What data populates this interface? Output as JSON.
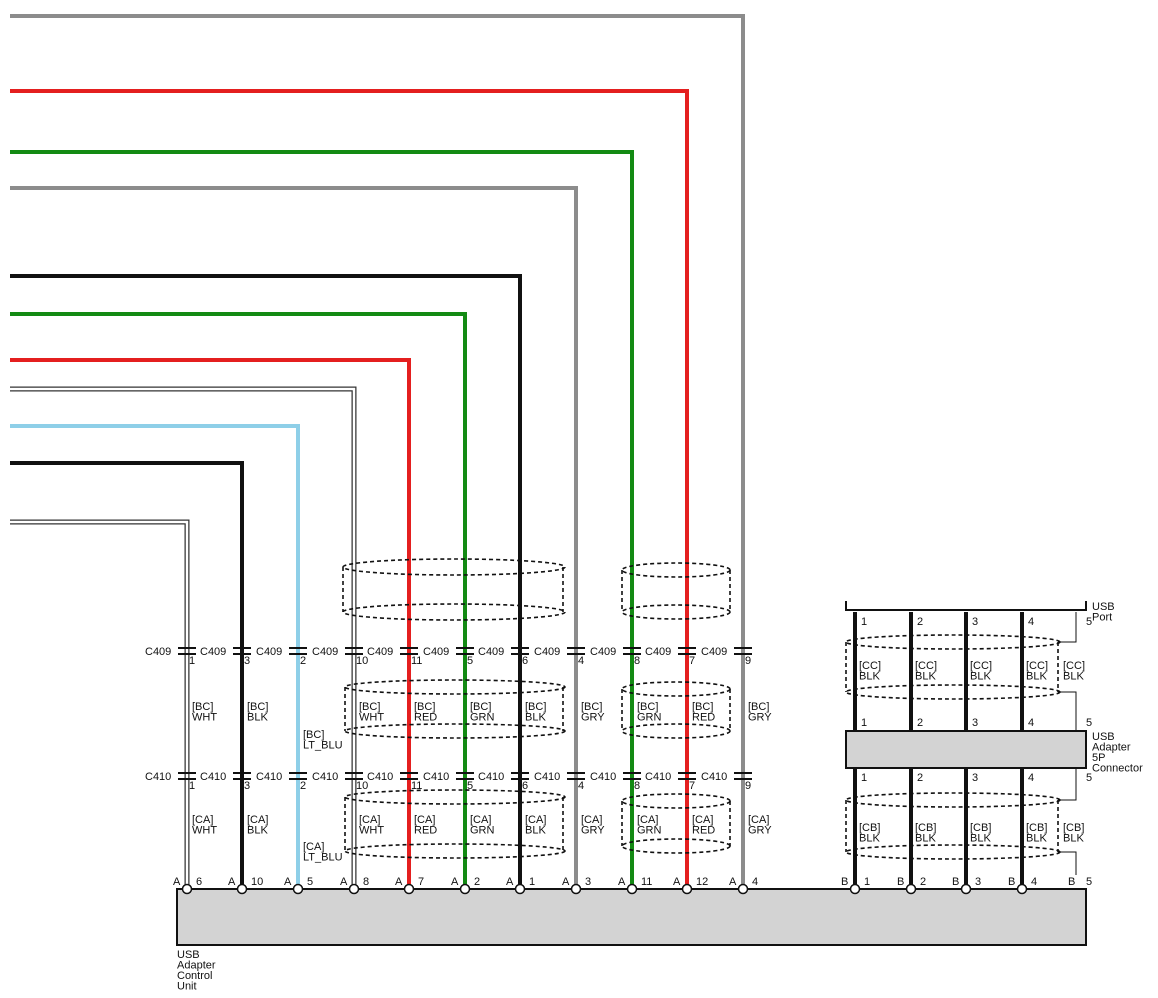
{
  "components": {
    "control_unit": {
      "label": [
        "USB",
        "Adapter",
        "Control",
        "Unit"
      ]
    },
    "adapter_connector": {
      "label": [
        "USB",
        "Adapter",
        "5P",
        "Connector"
      ]
    },
    "usb_port": {
      "label": [
        "USB",
        "Port"
      ]
    }
  },
  "colors": {
    "WHT": "#ffffff",
    "BLK": "#111111",
    "LT_BLU": "#8ecfe8",
    "RED": "#e41f1f",
    "GRN": "#138a13",
    "GRY": "#8c8c8c",
    "outline": "#111111"
  },
  "circuits": [
    {
      "id": "wht",
      "color": "WHT",
      "upper_conn": "C409",
      "upper_pin": "1",
      "lower_conn": "C410",
      "lower_pin": "1",
      "upper_wire": "[BC] WHT",
      "lower_wire": "[CA] WHT",
      "unit_side": "A",
      "unit_pin": "6"
    },
    {
      "id": "blk1",
      "color": "BLK",
      "upper_conn": "C409",
      "upper_pin": "3",
      "lower_conn": "C410",
      "lower_pin": "3",
      "upper_wire": "[BC] BLK",
      "lower_wire": "[CA] BLK",
      "unit_side": "A",
      "unit_pin": "10"
    },
    {
      "id": "ltblu",
      "color": "LT_BLU",
      "upper_conn": "C409",
      "upper_pin": "2",
      "lower_conn": "C410",
      "lower_pin": "2",
      "upper_wire": "[BC] LT_BLU",
      "lower_wire": "[CA] LT_BLU",
      "unit_side": "A",
      "unit_pin": "5"
    },
    {
      "id": "wht2",
      "color": "WHT",
      "upper_conn": "C409",
      "upper_pin": "10",
      "lower_conn": "C410",
      "lower_pin": "10",
      "upper_wire": "[BC] WHT",
      "lower_wire": "[CA] WHT",
      "unit_side": "A",
      "unit_pin": "8"
    },
    {
      "id": "red1",
      "color": "RED",
      "upper_conn": "C409",
      "upper_pin": "11",
      "lower_conn": "C410",
      "lower_pin": "11",
      "upper_wire": "[BC] RED",
      "lower_wire": "[CA] RED",
      "unit_side": "A",
      "unit_pin": "7"
    },
    {
      "id": "grn1",
      "color": "GRN",
      "upper_conn": "C409",
      "upper_pin": "5",
      "lower_conn": "C410",
      "lower_pin": "5",
      "upper_wire": "[BC] GRN",
      "lower_wire": "[CA] GRN",
      "unit_side": "A",
      "unit_pin": "2"
    },
    {
      "id": "blk2",
      "color": "BLK",
      "upper_conn": "C409",
      "upper_pin": "6",
      "lower_conn": "C410",
      "lower_pin": "6",
      "upper_wire": "[BC] BLK",
      "lower_wire": "[CA] BLK",
      "unit_side": "A",
      "unit_pin": "1"
    },
    {
      "id": "gry1",
      "color": "GRY",
      "upper_conn": "C409",
      "upper_pin": "4",
      "lower_conn": "C410",
      "lower_pin": "4",
      "upper_wire": "[BC] GRY",
      "lower_wire": "[CA] GRY",
      "unit_side": "A",
      "unit_pin": "3"
    },
    {
      "id": "grn2",
      "color": "GRN",
      "upper_conn": "C409",
      "upper_pin": "8",
      "lower_conn": "C410",
      "lower_pin": "8",
      "upper_wire": "[BC] GRN",
      "lower_wire": "[CA] GRN",
      "unit_side": "A",
      "unit_pin": "11"
    },
    {
      "id": "red2",
      "color": "RED",
      "upper_conn": "C409",
      "upper_pin": "7",
      "lower_conn": "C410",
      "lower_pin": "7",
      "upper_wire": "[BC] RED",
      "lower_wire": "[CA] RED",
      "unit_side": "A",
      "unit_pin": "12"
    },
    {
      "id": "gry2",
      "color": "GRY",
      "upper_conn": "C409",
      "upper_pin": "9",
      "lower_conn": "C410",
      "lower_pin": "9",
      "upper_wire": "[BC] GRY",
      "lower_wire": "[CA] GRY",
      "unit_side": "A",
      "unit_pin": "4"
    }
  ],
  "usb_side": {
    "pins": [
      "1",
      "2",
      "3",
      "4",
      "5"
    ],
    "unit_side": "B",
    "port_wire": "[CC] BLK",
    "unit_wire": "[CB] BLK",
    "shield_port_wire": "[CC] BLK",
    "shield_unit_wire": "[CB] BLK"
  }
}
